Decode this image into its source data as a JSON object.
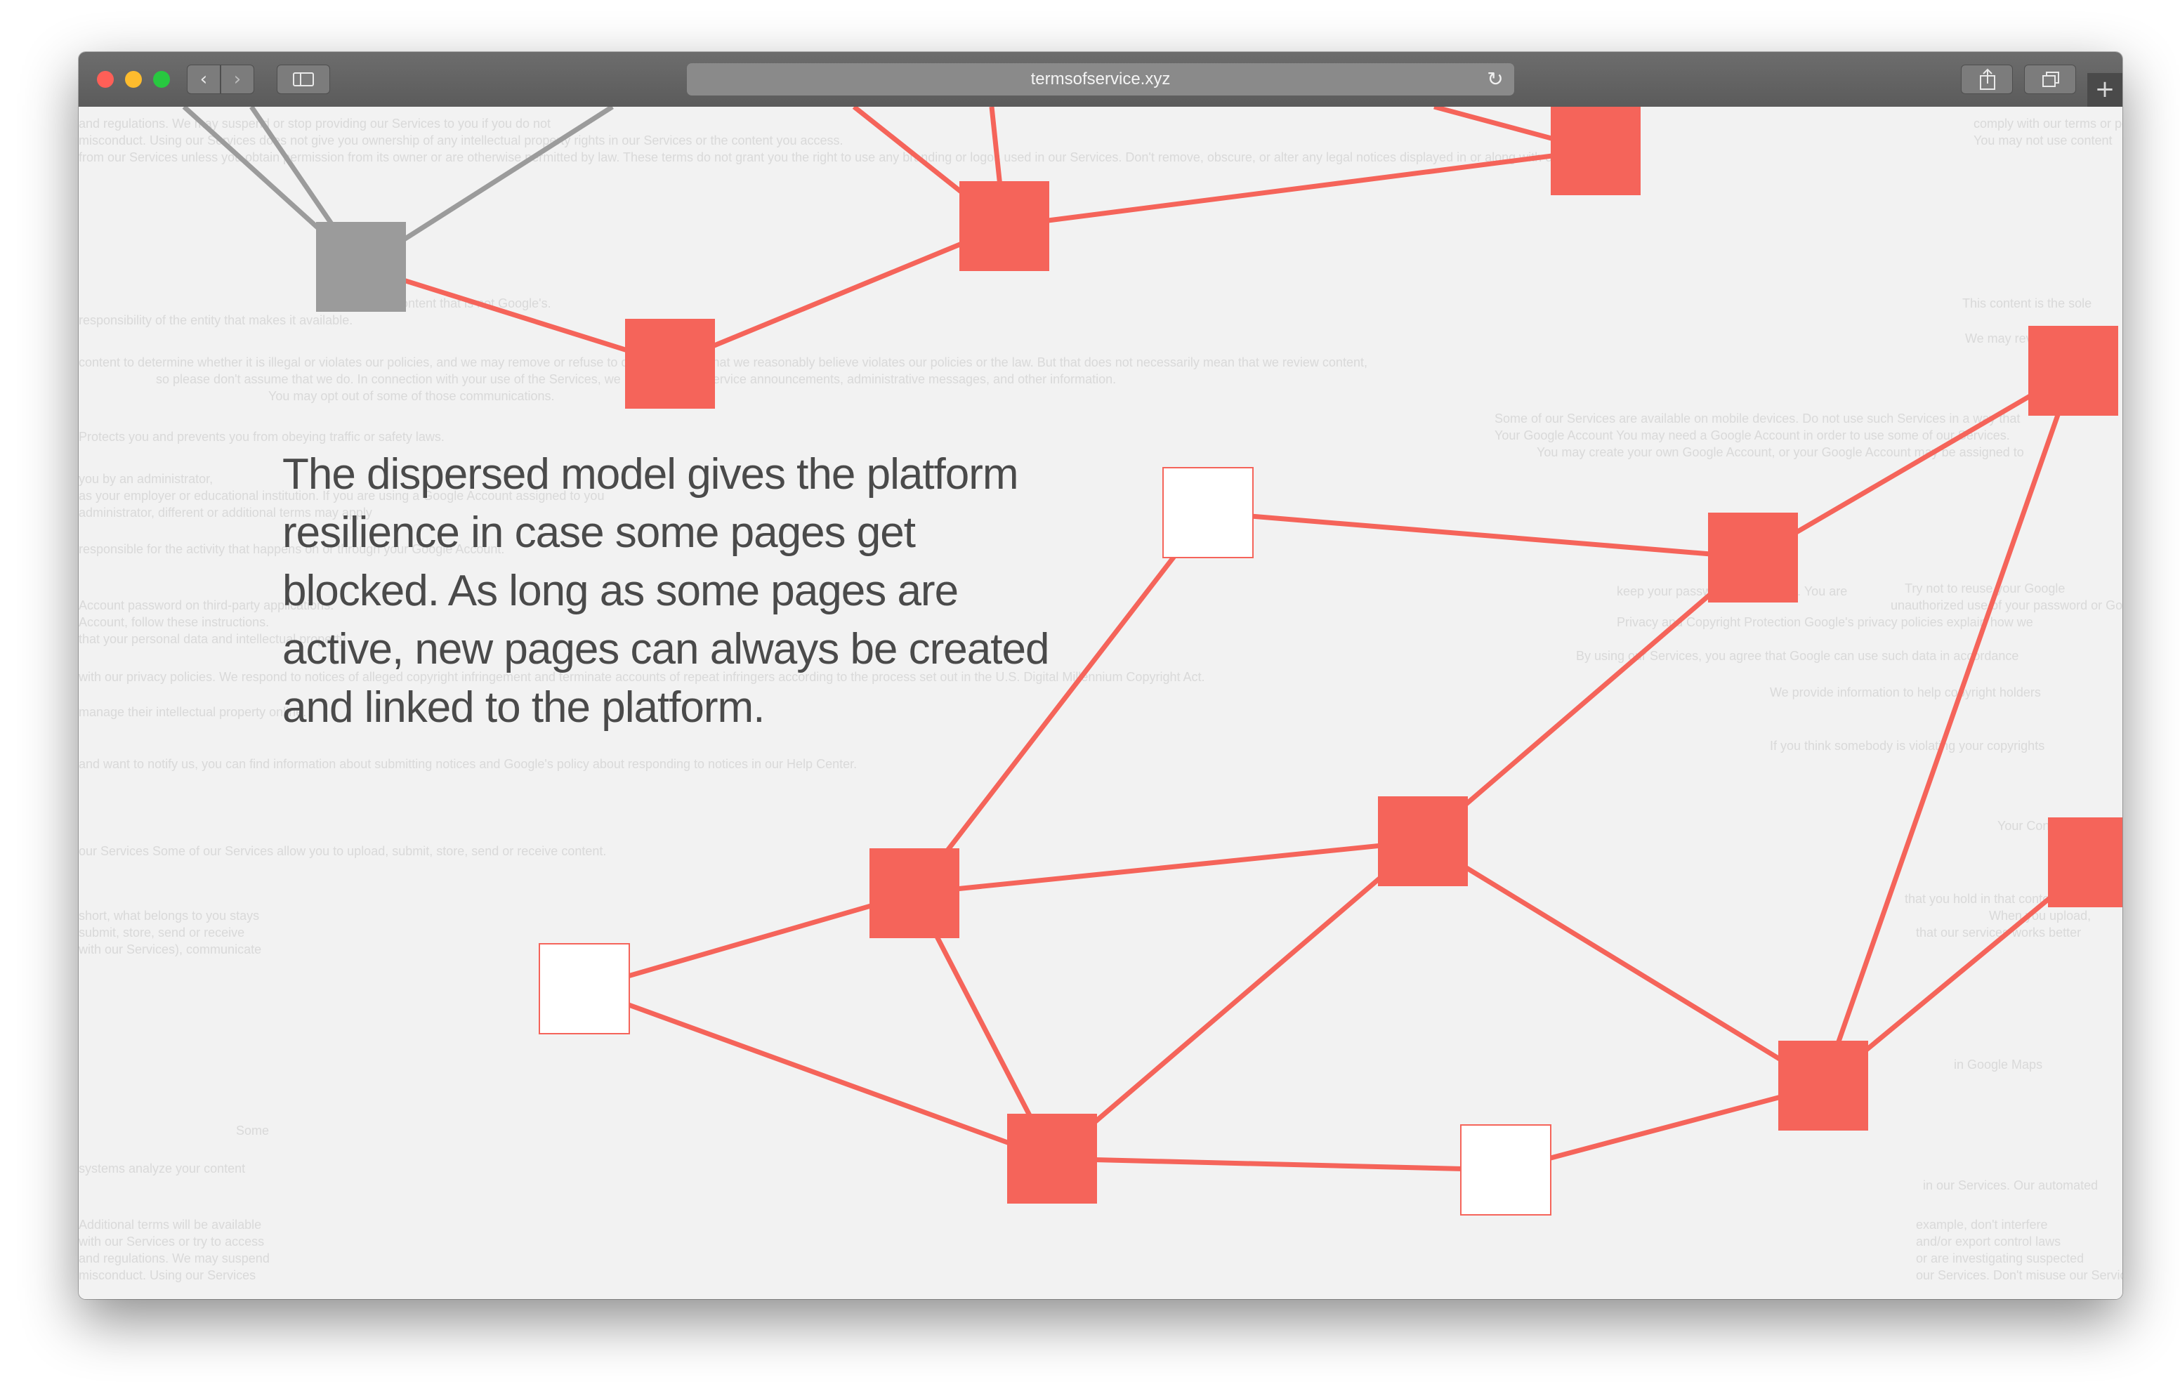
{
  "browser": {
    "address": "termsofservice.xyz",
    "nav_back_glyph": "‹",
    "nav_forward_glyph": "›",
    "reload_glyph": "↻",
    "newtab_glyph": "+",
    "icons": [
      "close-icon",
      "minimize-icon",
      "maximize-icon",
      "chevron-left-icon",
      "chevron-right-icon",
      "sidebar-icon",
      "reload-icon",
      "share-icon",
      "tabs-icon",
      "plus-icon"
    ]
  },
  "headline": "The dispersed model gives the platform resilience in case some pages get blocked. As long as some pages are active, new pages can always be created and linked to the platform.",
  "colors": {
    "accent": "#f5645a",
    "inactive": "#9b9b9b",
    "background": "#f2f2f2",
    "faded_text": "#d9d9d9"
  },
  "background_text": [
    "and regulations. We may suspend or stop providing our Services to you if you do not",
    "misconduct. Using our Services does not give you ownership of any intellectual property rights in our Services or the content you access.",
    "from our Services unless you obtain permission from its owner or are otherwise permitted by law. These terms do not grant you the right to use any branding or logos used in our Services. Don't remove, obscure, or alter any legal notices displayed in or along with our Services.",
    "comply with our terms or policies or if we are investigating suspected",
    "You may not use content",
    "display some content that is not Google's.",
    "responsibility of the entity that makes it available.",
    "This content is the sole",
    "We may review",
    "content to determine whether it is illegal or violates our policies, and we may remove or refuse to display content that we reasonably believe violates our policies or the law. But that does not necessarily mean that we review content,",
    "so please don't assume that we do. In connection with your use of the Services, we may send you service announcements, administrative messages, and other information.",
    "You may opt out of some of those communications.",
    "Some of our Services are available on mobile devices. Do not use such Services in a way that",
    "Your Google Account You may need a Google Account in order to use some of our Services.",
    "You may create your own Google Account, or your Google Account may be assigned to",
    "Protects you and prevents you from obeying traffic or safety laws.",
    "you by an administrator,",
    "as your employer or educational institution. If you are using a Google Account assigned to you",
    "administrator, different or additional terms may apply",
    "responsible for the activity that happens on or through your Google Account.",
    "keep your password confidential. You are",
    "Try not to reuse your Google",
    "unauthorized use of your password or Google",
    "Account password on third-party applications.",
    "Account, follow these instructions.",
    "that your personal data and intellectual property",
    "Privacy and Copyright Protection Google's privacy policies explain how we",
    "By using our Services, you agree that Google can use such data in accordance",
    "with our privacy policies. We respond to notices of alleged copyright infringement and terminate accounts of repeat infringers according to the process set out in the U.S. Digital Millennium Copyright Act.",
    "We provide information to help copyright holders",
    "manage their intellectual property online.",
    "If you think somebody is violating your copyrights",
    "and want to notify us, you can find information about submitting notices and Google's policy about responding to notices in our Help Center.",
    "Your Content in",
    "our Services Some of our Services allow you to upload, submit, store, send or receive content.",
    "that you hold in that content.",
    "short, what belongs to you stays",
    "When you upload,",
    "submit, store, send or receive",
    "that our services works better",
    "with our Services), communicate",
    "in Google Maps",
    "Some",
    "systems analyze your content",
    "in our Services. Our automated",
    "Additional terms will be available",
    "example, don't interfere",
    "with our Services or try to access",
    "and/or export control laws",
    "and regulations. We may suspend",
    "or are investigating suspected",
    "misconduct. Using our Services",
    "our Services. Don't misuse our Services."
  ]
}
